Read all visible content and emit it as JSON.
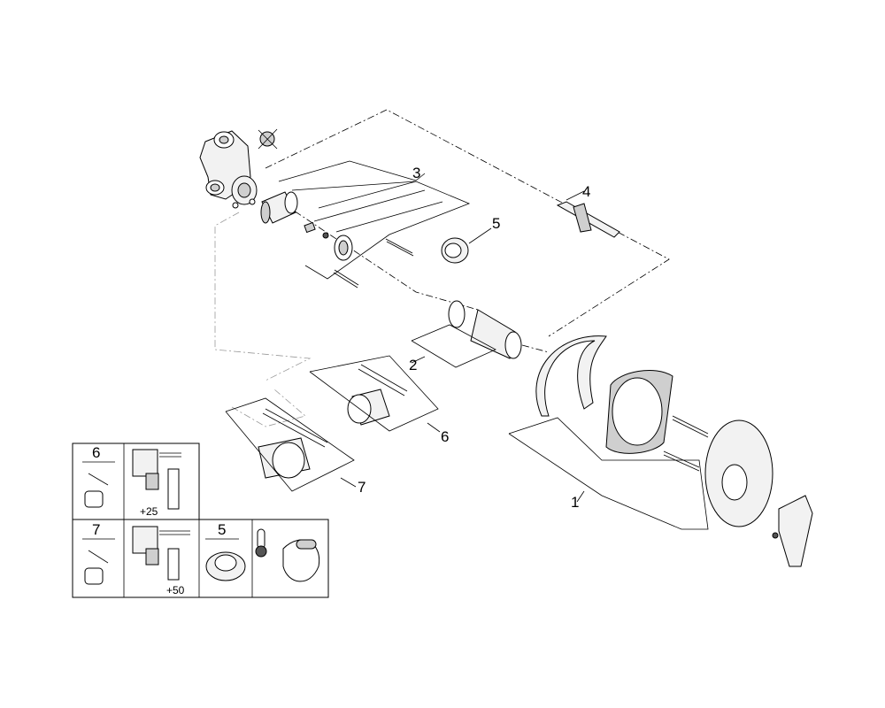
{
  "callouts": {
    "p1": "1",
    "p2": "2",
    "p3": "3",
    "p4": "4",
    "p5": "5",
    "p6": "6",
    "p7": "7"
  },
  "legend": {
    "cell_6_label": "6",
    "cell_6_dim": "+25",
    "cell_7_label": "7",
    "cell_7_dim": "+50",
    "cell_5_label": "5"
  }
}
